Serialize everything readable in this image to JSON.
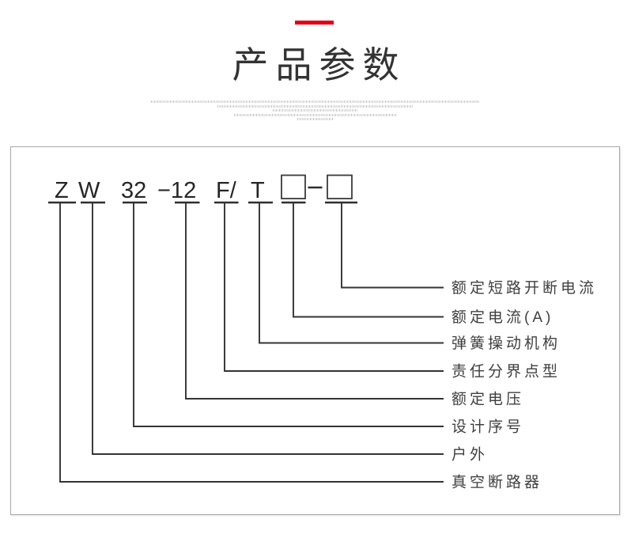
{
  "header": {
    "title": "产品参数",
    "accent_color": "#e60012"
  },
  "diagram": {
    "model_code": "ZW32-12F/T□-□",
    "segments": [
      {
        "char": "Z",
        "label": "真空断路器"
      },
      {
        "char": "W",
        "label": "户外"
      },
      {
        "char": "32",
        "label": "设计序号"
      },
      {
        "char": "−12",
        "label": "额定电压"
      },
      {
        "char": "F/",
        "label": "责任分界点型"
      },
      {
        "char": "T",
        "label": "弹簧操动机构"
      },
      {
        "char": "□",
        "label": "额定电流(A)"
      },
      {
        "char": "□",
        "label": "额定短路开断电流"
      }
    ]
  }
}
